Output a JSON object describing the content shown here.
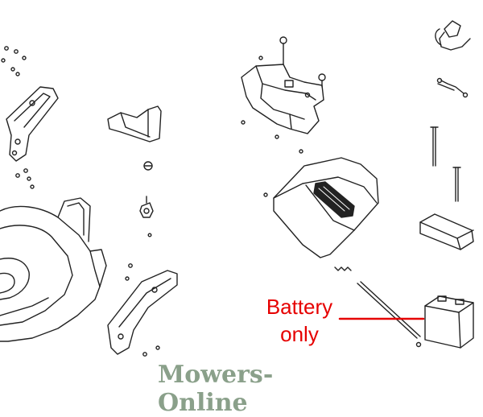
{
  "callout": {
    "line1": "Battery",
    "line2": "only",
    "color": "#e60000"
  },
  "brand": {
    "text": "Mowers-Online",
    "color": "#8aa08a"
  },
  "diagram": {
    "parts": [
      "mower-deck",
      "left-handle-bracket",
      "right-handle-bracket",
      "grass-deflector",
      "deck-knob",
      "wheel-adjuster",
      "battery-housing",
      "battery-cover",
      "battery-charger",
      "wiring-connector",
      "long-bolt",
      "short-bolt",
      "battery-tray",
      "battery",
      "spring-rod"
    ]
  }
}
